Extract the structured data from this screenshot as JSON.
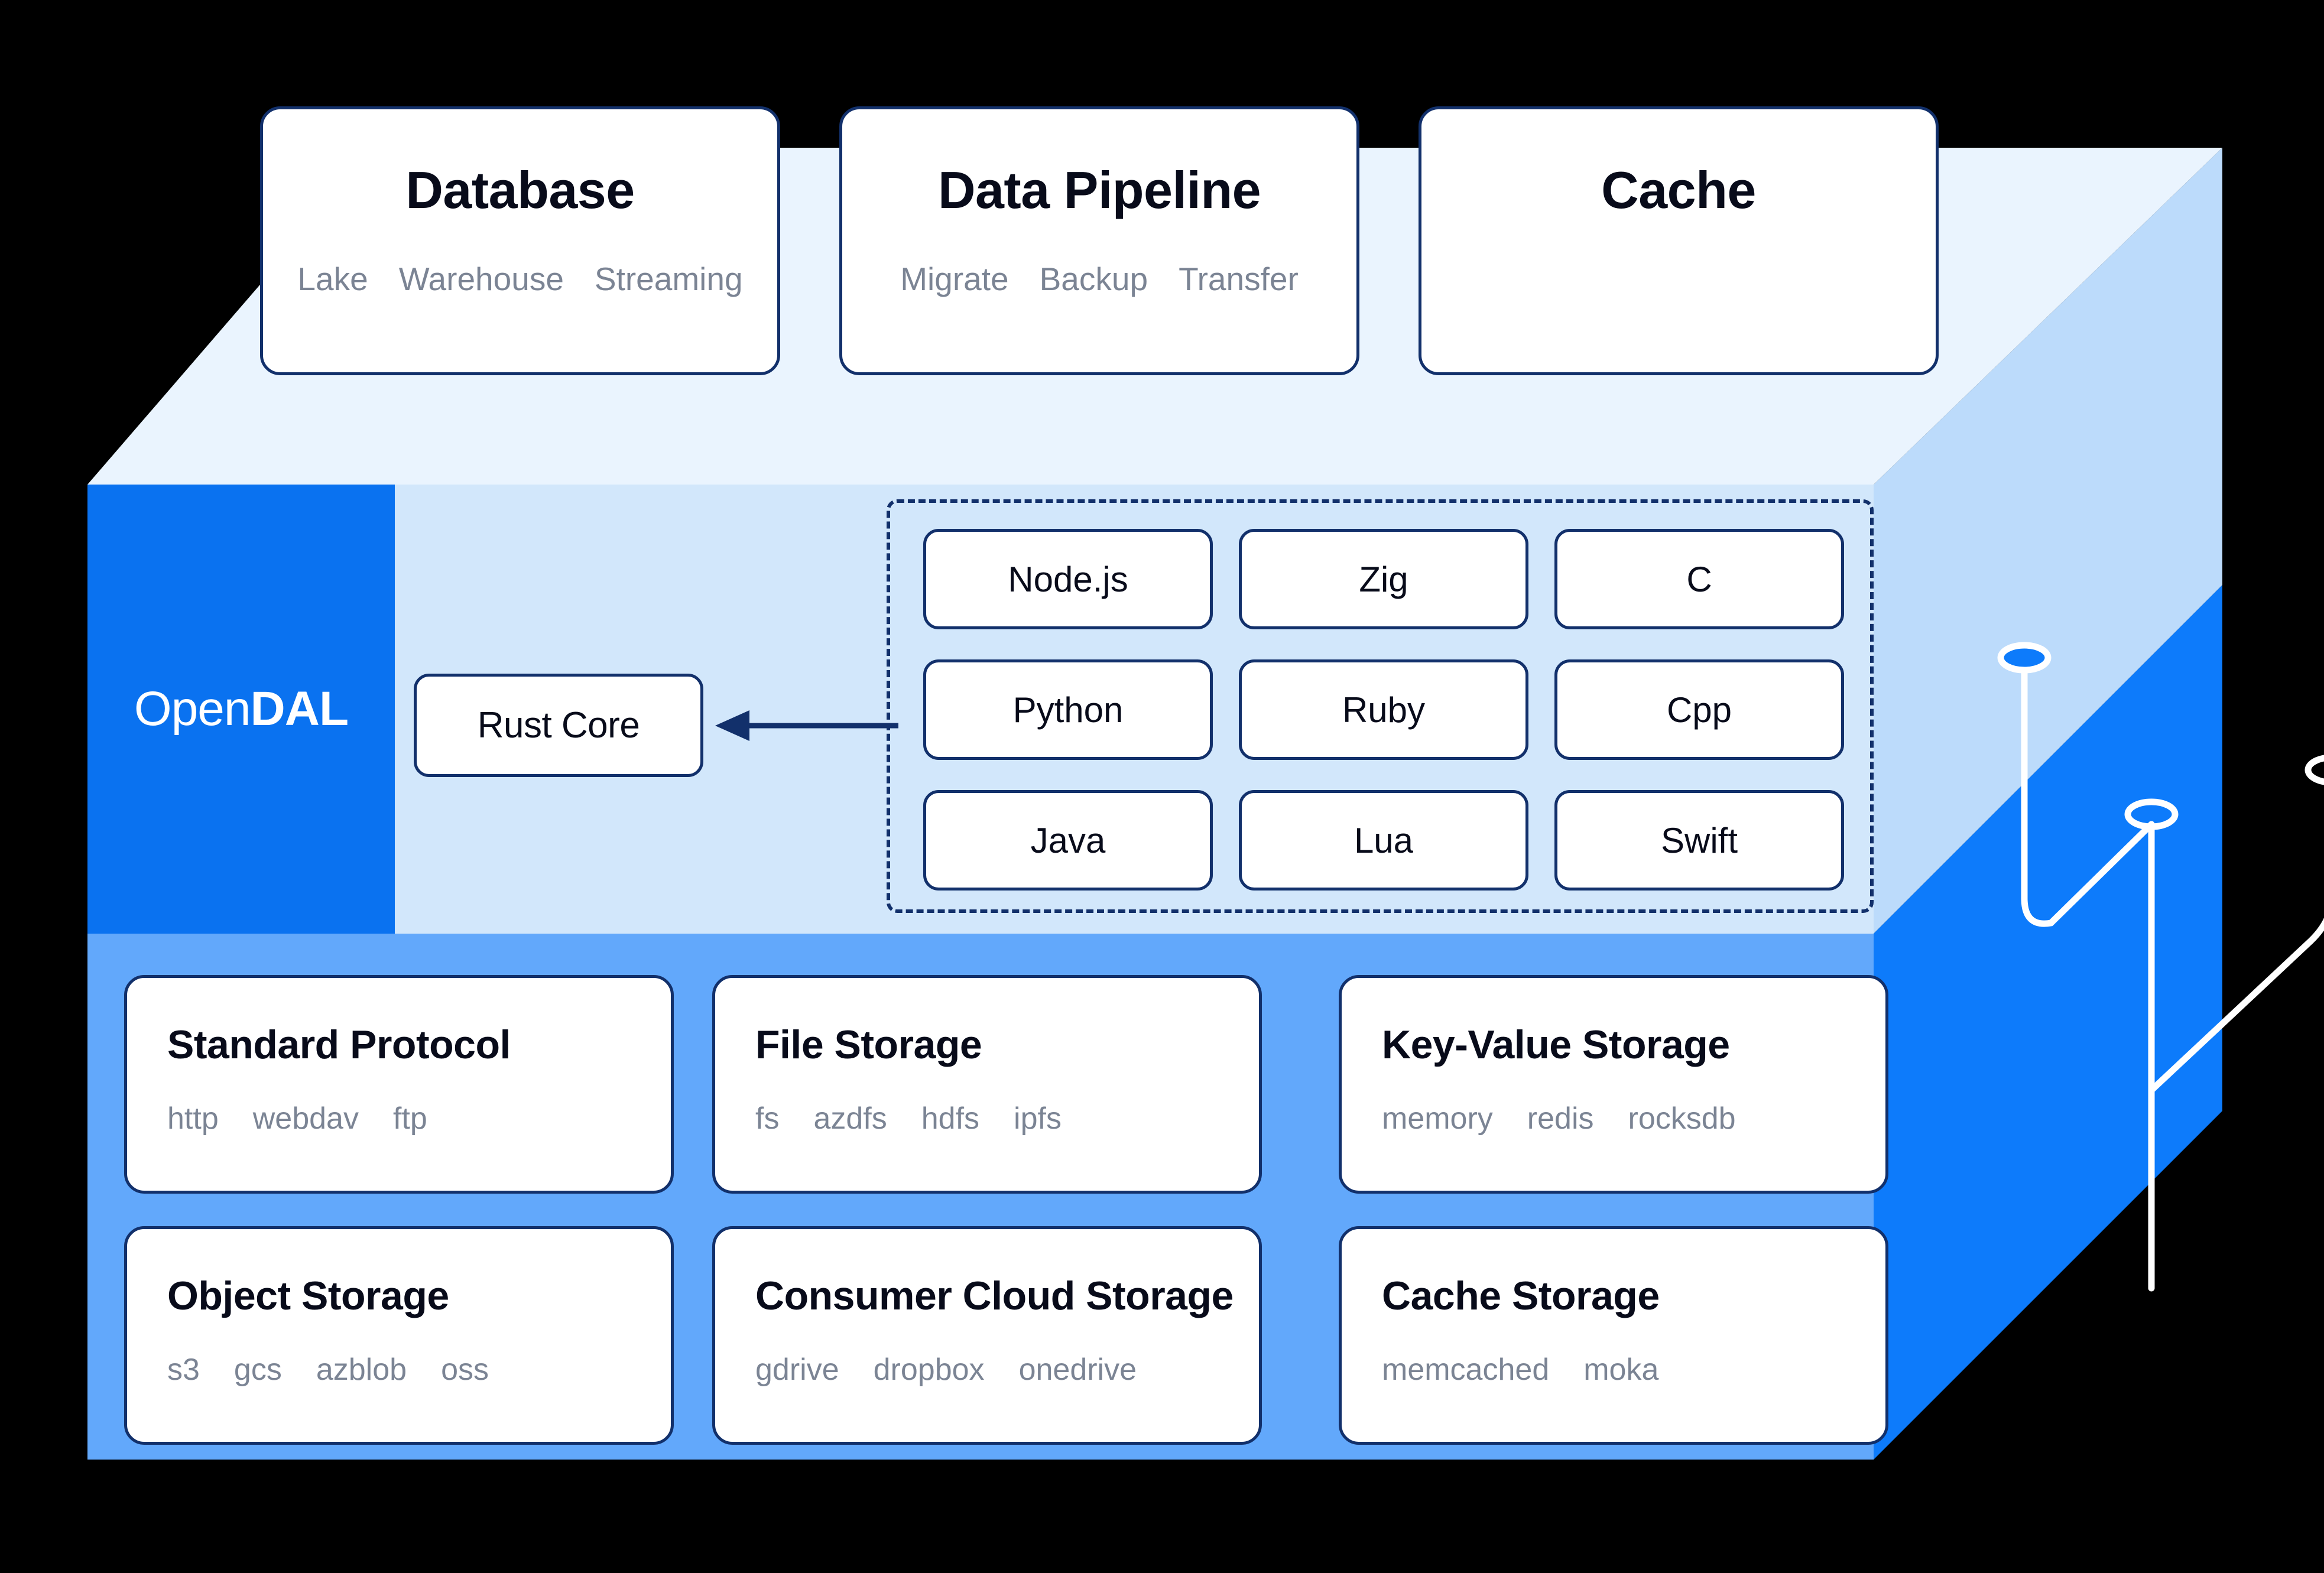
{
  "colors": {
    "brand_blue": "#0a72f0",
    "top_face": "#eaf4fe",
    "side_face_light": "#bcdbfb",
    "side_face_dark": "#0d7bfb",
    "middle_layer": "#d2e7fb",
    "bottom_layer": "#62a8fb",
    "border_navy": "#12306b",
    "tag_gray": "#7b8494",
    "title_dark": "#080b1a",
    "trace_white": "#ffffff"
  },
  "brand": {
    "logo_light": "Open",
    "logo_bold": "DAL"
  },
  "top_cards": [
    {
      "title": "Database",
      "tags": [
        "Lake",
        "Warehouse",
        "Streaming"
      ]
    },
    {
      "title": "Data Pipeline",
      "tags": [
        "Migrate",
        "Backup",
        "Transfer"
      ]
    },
    {
      "title": "Cache",
      "tags": []
    }
  ],
  "core": {
    "label": "Rust Core"
  },
  "bindings": [
    {
      "label": "Node.js"
    },
    {
      "label": "Zig"
    },
    {
      "label": "C"
    },
    {
      "label": "Python"
    },
    {
      "label": "Ruby"
    },
    {
      "label": "Cpp"
    },
    {
      "label": "Java"
    },
    {
      "label": "Lua"
    },
    {
      "label": "Swift"
    }
  ],
  "services": [
    {
      "title": "Standard Protocol",
      "tags": [
        "http",
        "webdav",
        "ftp"
      ]
    },
    {
      "title": "File Storage",
      "tags": [
        "fs",
        "azdfs",
        "hdfs",
        "ipfs"
      ]
    },
    {
      "title": "Key-Value Storage",
      "tags": [
        "memory",
        "redis",
        "rocksdb"
      ]
    },
    {
      "title": "Object Storage",
      "tags": [
        "s3",
        "gcs",
        "azblob",
        "oss"
      ]
    },
    {
      "title": "Consumer Cloud Storage",
      "tags": [
        "gdrive",
        "dropbox",
        "onedrive"
      ]
    },
    {
      "title": "Cache Storage",
      "tags": [
        "memcached",
        "moka"
      ]
    }
  ],
  "decoration": {
    "circuit_nodes": [
      {
        "name": "node-filled",
        "filled": true
      },
      {
        "name": "node-outline-1",
        "filled": false
      },
      {
        "name": "node-outline-2",
        "filled": false
      }
    ]
  }
}
